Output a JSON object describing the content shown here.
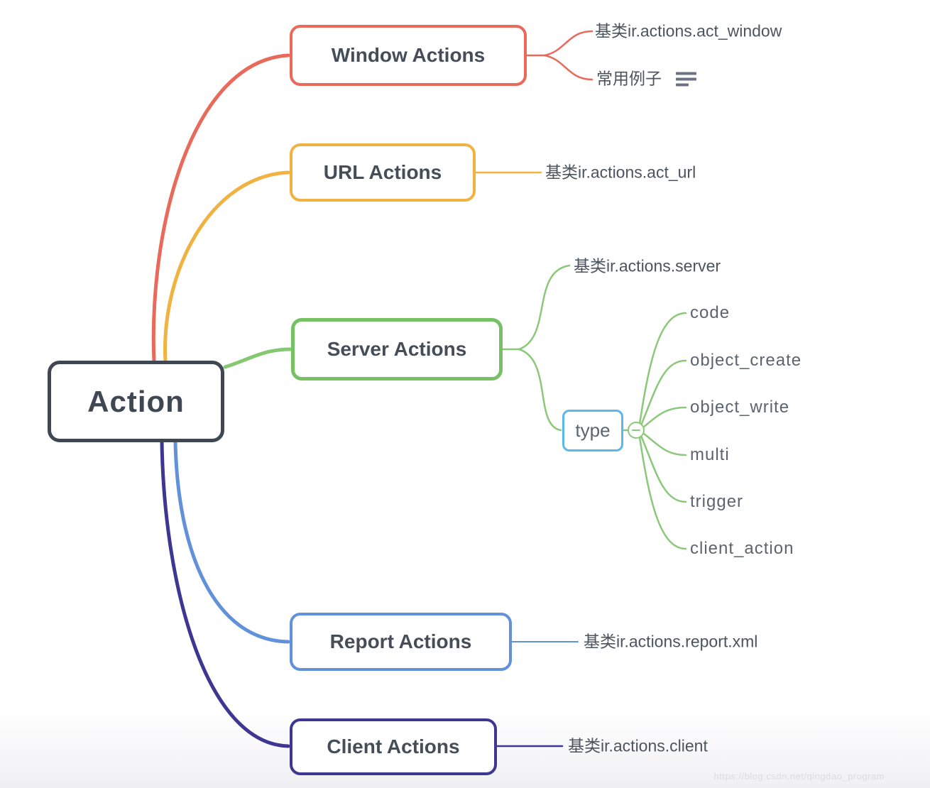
{
  "diagram": {
    "root": {
      "label": "Action"
    },
    "branches": [
      {
        "label": "Window Actions",
        "color": "#e9695a",
        "children": [
          {
            "label": "基类ir.actions.act_window"
          },
          {
            "label": "常用例子",
            "icon": "notes-icon"
          }
        ]
      },
      {
        "label": "URL Actions",
        "color": "#f0b342",
        "children": [
          {
            "label": "基类ir.actions.act_url"
          }
        ]
      },
      {
        "label": "Server Actions",
        "color": "#76c164",
        "children": [
          {
            "label": "基类ir.actions.server"
          },
          {
            "label": "type",
            "border_color": "#5cb8ea",
            "collapse_icon": "minus-circle-icon",
            "children": [
              {
                "label": "code"
              },
              {
                "label": "object_create"
              },
              {
                "label": "object_write"
              },
              {
                "label": "multi"
              },
              {
                "label": "trigger"
              },
              {
                "label": "client_action"
              }
            ]
          }
        ]
      },
      {
        "label": "Report Actions",
        "color": "#6191db",
        "children": [
          {
            "label": "基类ir.actions.report.xml"
          }
        ]
      },
      {
        "label": "Client Actions",
        "color": "#3e3791",
        "children": [
          {
            "label": "基类ir.actions.client"
          }
        ]
      }
    ],
    "colors": {
      "root_border": "#3f4753",
      "edge_green_light": "#8cc87a",
      "text_dark": "#454d58",
      "text_gray": "#5c646e"
    },
    "watermark": "https://blog.csdn.net/qingdao_program"
  }
}
